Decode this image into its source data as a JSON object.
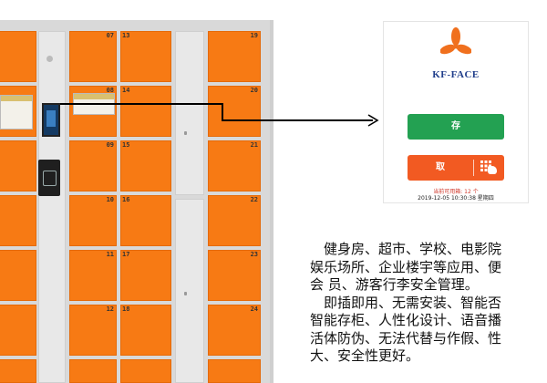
{
  "locker": {
    "door_numbers": {
      "d07": "07",
      "d13": "13",
      "d08": "08",
      "d14": "14",
      "d09": "09",
      "d15": "15",
      "d10": "10",
      "d16": "16",
      "d11": "11",
      "d17": "17",
      "d12": "12",
      "d18": "18",
      "d19": "19",
      "d20": "20",
      "d21": "21",
      "d22": "22",
      "d23": "23",
      "d24": "24"
    }
  },
  "app": {
    "brand": "KF-FACE",
    "store_label": "存",
    "take_label": "取",
    "available_text": "当前可用箱: 12 个",
    "datetime": "2019-12-05 10:30:38  星期四",
    "colors": {
      "store": "#23a152",
      "take": "#f25a22",
      "logo": "#f0701e",
      "brand": "#1f3d8a"
    }
  },
  "description": {
    "lines": [
      "　健身房、超市、学校、电影院",
      "娱乐场所、企业楼宇等应用、便",
      "会  员、游客行李安全管理。",
      "　即插即用、无需安装、智能否",
      "智能存柜、人性化设计、语音播",
      "活体防伪、无法代替与作假、性",
      "大、安全性更好。"
    ]
  }
}
